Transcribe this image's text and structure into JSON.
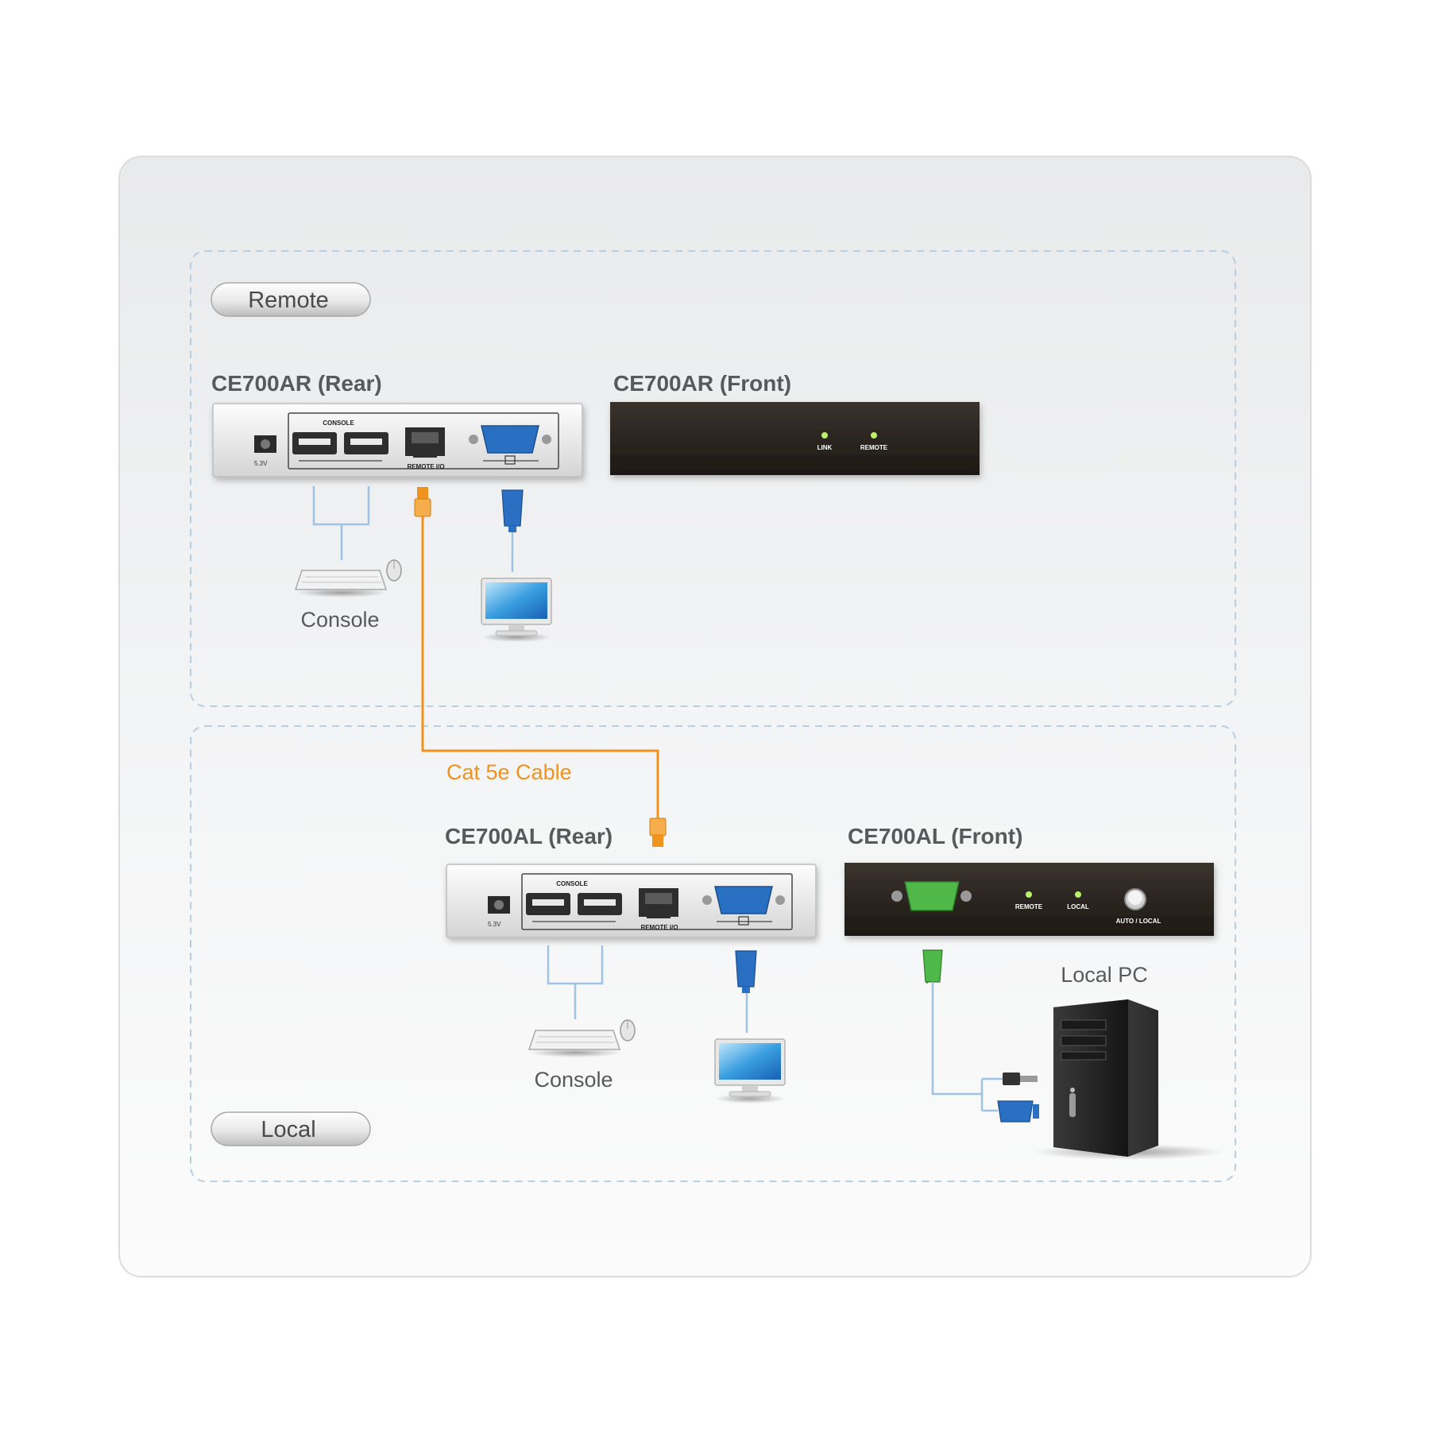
{
  "sections": {
    "remote_label": "Remote",
    "local_label": "Local"
  },
  "devices": {
    "remote_rear_title": "CE700AR (Rear)",
    "remote_front_title": "CE700AR (Front)",
    "local_rear_title": "CE700AL (Rear)",
    "local_front_title": "CE700AL (Front)"
  },
  "rear_panel": {
    "console_port_label": "CONSOLE",
    "remote_io_label": "REMOTE I/O"
  },
  "remote_front_panel": {
    "led1_label": "LINK",
    "led2_label": "REMOTE"
  },
  "local_front_panel": {
    "led1_label": "REMOTE",
    "led2_label": "LOCAL",
    "button_label": "AUTO / LOCAL"
  },
  "peripherals": {
    "remote_console_label": "Console",
    "local_console_label": "Console",
    "local_pc_label": "Local PC"
  },
  "cable": {
    "label": "Cat 5e Cable"
  },
  "colors": {
    "cable": "#f0931e",
    "vga_blue": "#2a6fc2",
    "vga_green": "#4fb84a",
    "connector_line": "#9fc3e4",
    "dashed_border": "#b8cfe2",
    "title_text": "#58595b",
    "device_dark": "#2b2521",
    "led_green": "#bdf06a"
  }
}
